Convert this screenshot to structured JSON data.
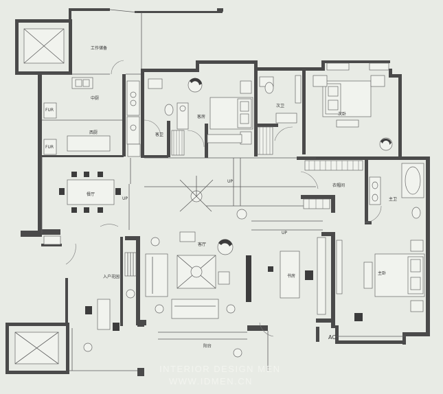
{
  "labels": {
    "studio": "工作储备",
    "kitchen": "中厨",
    "western_kitchen": "西厨",
    "dining": "餐厅",
    "guest_bath": "客卫",
    "guest_room": "客房",
    "second_bath": "次卫",
    "second_bed": "次卧",
    "cloakroom": "衣帽间",
    "master_bath": "主卫",
    "master_bed": "主卧",
    "living": "客厅",
    "study": "书房",
    "foyer": "入户花园",
    "balcony": "阳台",
    "up_1": "UP",
    "up_2": "UP",
    "up_3": "UP",
    "fur_1": "FUR",
    "fur_2": "FUR",
    "ac": "AC"
  },
  "watermark": {
    "line1": "INTERIOR DESIGN MEN",
    "line2": "WWW.IDMEN.CN"
  },
  "colors": {
    "paper": "#e8ebe5",
    "wall": "#4a4a4a",
    "furniture": "#f1f3ee"
  }
}
